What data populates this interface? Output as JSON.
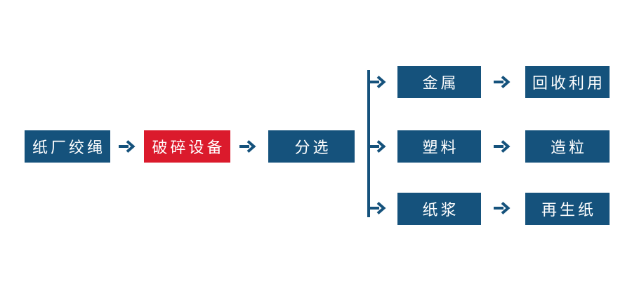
{
  "diagram": {
    "type": "flowchart",
    "background": "#ffffff",
    "colors": {
      "primary_blue": "#15527C",
      "accent_red": "#DB1A2C",
      "box_text": "#ffffff"
    },
    "main_flow": [
      {
        "id": "paper-mill-rope",
        "label": "纸厂绞绳",
        "style": "blue"
      },
      {
        "id": "crushing-equipment",
        "label": "破碎设备",
        "style": "red"
      },
      {
        "id": "sorting",
        "label": "分选",
        "style": "blue"
      }
    ],
    "branches": [
      {
        "id": "metal",
        "output": "金属",
        "result": "回收利用"
      },
      {
        "id": "plastic",
        "output": "塑料",
        "result": "造粒"
      },
      {
        "id": "pulp",
        "output": "纸浆",
        "result": "再生纸"
      }
    ]
  }
}
